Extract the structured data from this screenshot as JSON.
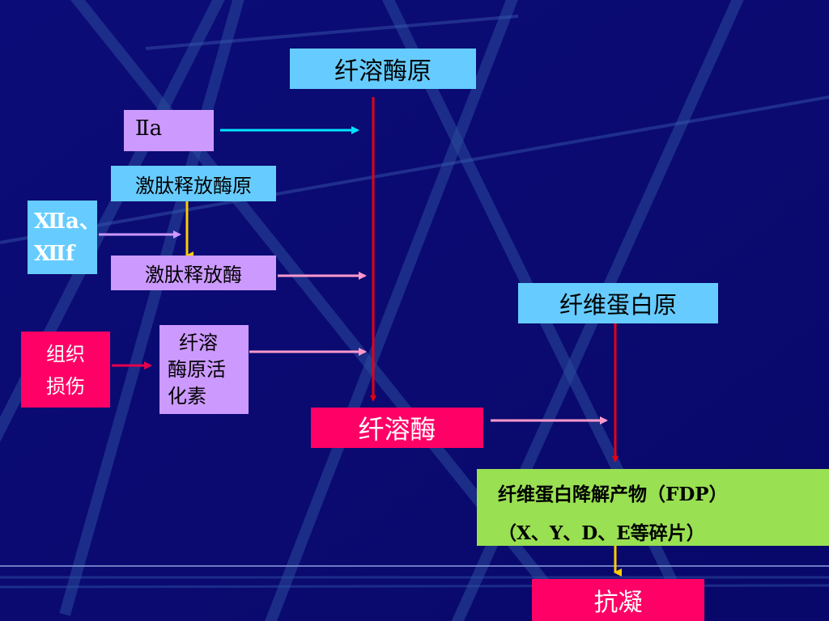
{
  "colors": {
    "background": "#0A0A6E",
    "cyan_box": "#66CCFF",
    "purple_box": "#CC99FF",
    "pink_box": "#FF0066",
    "green_box": "#99E052",
    "arrow_red": "#E60012",
    "arrow_cyan": "#00E5FF",
    "arrow_pink": "#FF99CC",
    "arrow_violet": "#CC99FF",
    "arrow_yellow": "#FFCC00"
  },
  "nodes": {
    "plasminogen": "纤溶酶原",
    "factor_iia": "Ⅱa",
    "prekallikrein": "激肽释放酶原",
    "factor_xiia_line1": "Ⅻa、",
    "factor_xiia_line2": "Ⅻf",
    "kallikrein": "激肽释放酶",
    "tissue_injury_line1": "组织",
    "tissue_injury_line2": "损伤",
    "activator_line1": "纤溶",
    "activator_line2": "酶原活",
    "activator_line3": "化素",
    "plasmin": "纤溶酶",
    "fibrinogen": "纤维蛋白原",
    "fdp_line1": "纤维蛋白降解产物（FDP）",
    "fdp_line2": "（X、Y、D、E等碎片）",
    "anticoagulation": "抗凝"
  }
}
